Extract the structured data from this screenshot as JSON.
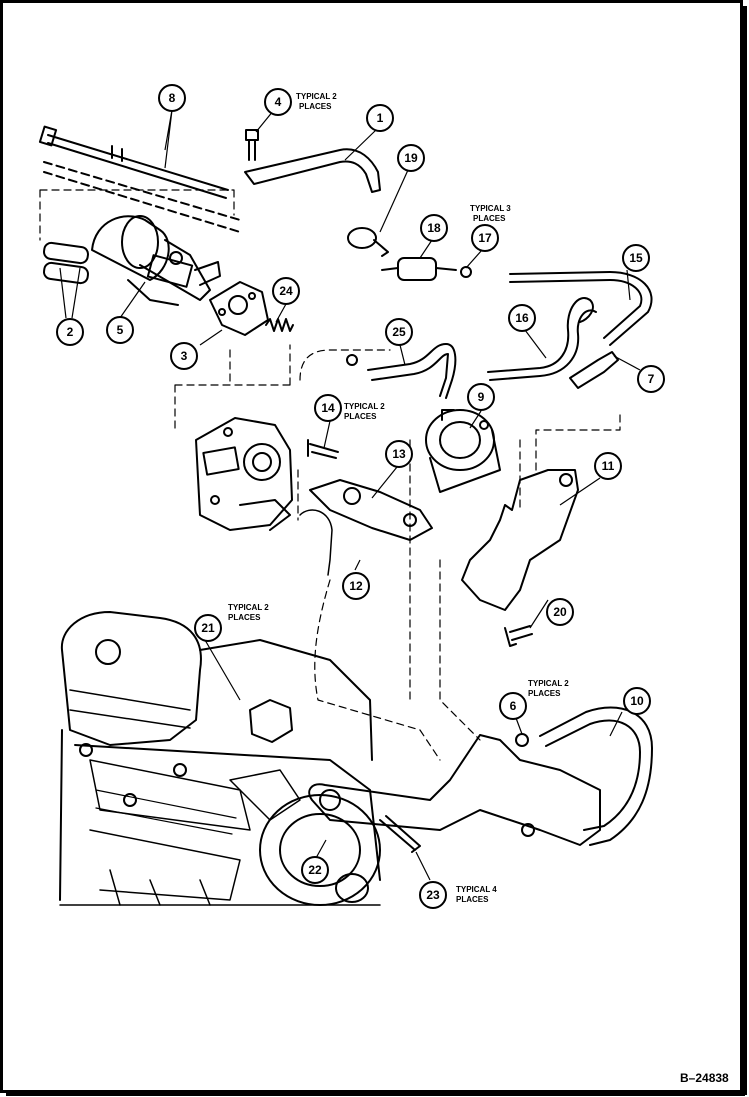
{
  "figure": {
    "id": "B–24838"
  },
  "callouts": [
    {
      "num": "1"
    },
    {
      "num": "2"
    },
    {
      "num": "3"
    },
    {
      "num": "4"
    },
    {
      "num": "5"
    },
    {
      "num": "6"
    },
    {
      "num": "7"
    },
    {
      "num": "8"
    },
    {
      "num": "9"
    },
    {
      "num": "10"
    },
    {
      "num": "11"
    },
    {
      "num": "12"
    },
    {
      "num": "13"
    },
    {
      "num": "14"
    },
    {
      "num": "15"
    },
    {
      "num": "16"
    },
    {
      "num": "17"
    },
    {
      "num": "18"
    },
    {
      "num": "19"
    },
    {
      "num": "20"
    },
    {
      "num": "21"
    },
    {
      "num": "22"
    },
    {
      "num": "23"
    },
    {
      "num": "24"
    },
    {
      "num": "25"
    }
  ],
  "notes": {
    "typical2": [
      "TYPICAL 2",
      "PLACES"
    ],
    "typical3": [
      "TYPICAL 3",
      "PLACES"
    ],
    "typical4": [
      "TYPICAL 4",
      "PLACES"
    ]
  }
}
